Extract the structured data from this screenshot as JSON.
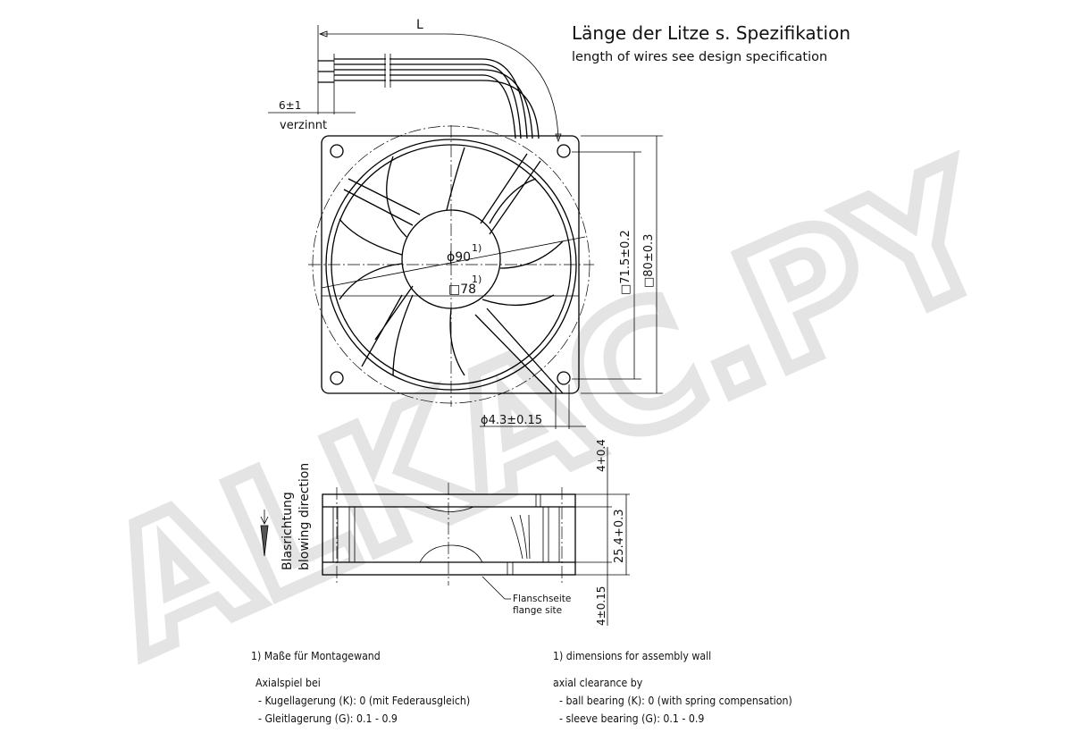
{
  "header": {
    "title_de": "Länge der Litze s. Spezifikation",
    "title_en": "length of wires see design specification"
  },
  "wires": {
    "length_label": "L",
    "strip_dim": "6±1",
    "strip_label": "verzinnt"
  },
  "front_view": {
    "dia_label": "ϕ90",
    "dia_note": "1)",
    "square_label": "□78",
    "square_note": "1)",
    "hole_pitch": "□71.5±0.2",
    "outer_size": "□80±0.3",
    "hole_dia": "ϕ4.3±0.15"
  },
  "side_view": {
    "top_flange": "4+0.4",
    "height": "25.4+0.3",
    "bottom_flange": "4±0.15",
    "flange_de": "Flanschseite",
    "flange_en": "flange site",
    "blow_de": "Blasrichtung",
    "blow_en": "blowing direction"
  },
  "notes_de": {
    "footnote": "1) Maße für Montagewand",
    "axial": "Axialspiel bei",
    "ball": "- Kugellagerung (K): 0 (mit Federausgleich)",
    "sleeve": "- Gleitlagerung (G): 0.1 - 0.9"
  },
  "notes_en": {
    "footnote": "1) dimensions for assembly wall",
    "axial": "axial clearance by",
    "ball": "- ball bearing (K): 0 (with spring compensation)",
    "sleeve": "- sleeve bearing (G): 0.1 - 0.9"
  },
  "watermark": "ALKAC.PY"
}
